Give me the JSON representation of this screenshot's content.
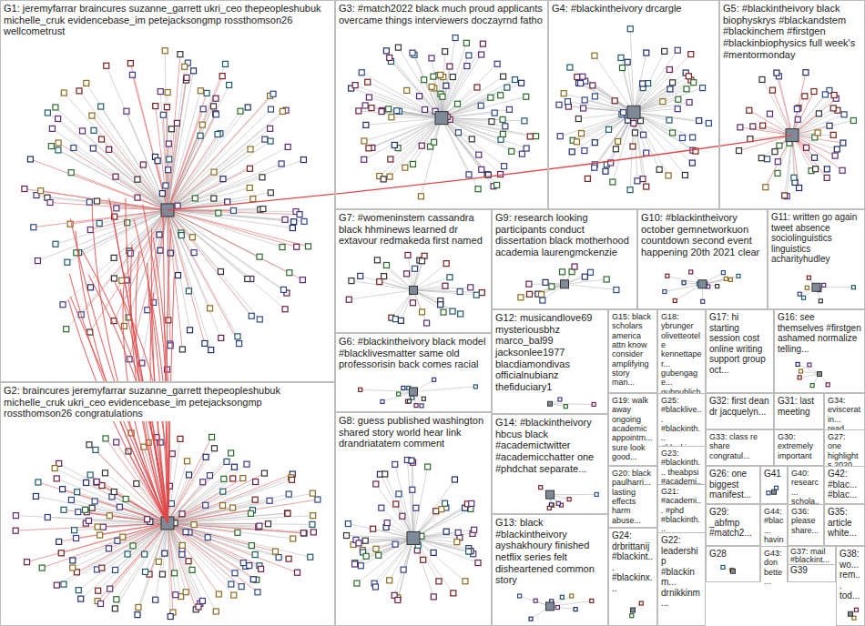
{
  "diagram": {
    "nodes": [
      {
        "text": [
          "G1: jeremyfarrar braincures suzanne_garrett ukri_ceo thepeopleshubuk michelle_cruk evidencebase_im petejacksongmp rossthomson26 wellcometrust"
        ]
      },
      {
        "text": [
          "G3: #match2022 black much proud applicants overcame things interviewers doczayrnd fatho"
        ]
      },
      {
        "text": [
          "G4: #blackintheivory drcargle"
        ]
      },
      {
        "text": [
          "G5: #blackintheivory black biophyskrys #blackandstem #blackinchem #firstgen #blackinbiophysics full week's #mentormonday"
        ]
      },
      {
        "text": [
          "G7: #womeninstem cassandra black hhminews learned dr extavour redmakeda first named"
        ]
      },
      {
        "text": [
          "G9: research looking participants conduct dissertation black motherhood academia laurengmckenzie"
        ]
      },
      {
        "text": [
          "G10: #blackintheivory october gemnetworkuon countdown second event happening 20th 2021 clear"
        ]
      },
      {
        "text": [
          "G11: written go again tweet absence sociolinguistics linguistics acharityhudley"
        ]
      },
      {
        "text": [
          "G6: #blackintheivory black model #blacklivesmatter same old professorisin back comes racial"
        ]
      },
      {
        "text": [
          "G12: musicandlove69 mysteriousbhz marco_bal99 jacksonlee1977 blacdiamondivas officialnubianz thefiduciary1"
        ]
      },
      {
        "text": [
          "G15: black scholars america attn know consider amplifying story man..."
        ]
      },
      {
        "text": [
          "G18: ybrunger olivetteotele kennettaper... gubengage... gubpublichi..."
        ]
      },
      {
        "text": [
          "G17: hi starting session cost online writing support group oct..."
        ]
      },
      {
        "text": [
          "G16: see themselves #firstgen ashamed normalize telling..."
        ]
      },
      {
        "text": [
          "G2: braincures jeremyfarrar suzanne_garrett thepeopleshubuk michelle_cruk ukri_ceo evidencebase_im petejacksongmp rossthomson26 congratulations"
        ]
      },
      {
        "text": [
          "G19: walk away ongoing academic appointm... sure look good..."
        ]
      },
      {
        "text": [
          "G25: #blacklive... #blackinth... #blackina..."
        ]
      },
      {
        "text": [
          "G32: first dean dr jacquelyn..."
        ]
      },
      {
        "text": [
          "G31: last meeting"
        ]
      },
      {
        "text": [
          "G34: evisceratin... read..."
        ]
      },
      {
        "text": [
          "G8: guess published washington shared story world hear link drandriatatem comment"
        ]
      },
      {
        "text": [
          "G14: #blackintheivory hbcus black #academictwitter #academicchatter one #phdchat separate..."
        ]
      },
      {
        "text": [
          "G33: class re share congratul..."
        ]
      },
      {
        "text": [
          "G30: extremely important"
        ]
      },
      {
        "text": [
          "G27: one highlights 2020..."
        ]
      },
      {
        "text": [
          "G23: #blackinth... theabpsi #academi..."
        ]
      },
      {
        "text": [
          "G20: black paulharri... lasting effects harm abuse..."
        ]
      },
      {
        "text": [
          "G26: one biggest manifest..."
        ]
      },
      {
        "text": [
          "G41"
        ]
      },
      {
        "text": [
          "G40: researc... schola..."
        ]
      },
      {
        "text": [
          "G42: #blac... #blac..."
        ]
      },
      {
        "text": [
          "G21: #academi... #phd #blackinth..."
        ]
      },
      {
        "text": [
          "G13: black #blackintheivory ayshakhoury finished netflix series felt disheartened common story"
        ]
      },
      {
        "text": [
          "G29: _abfmp #match2..."
        ]
      },
      {
        "text": [
          "G44: #blac... havin..."
        ]
      },
      {
        "text": [
          "G36: please share..."
        ]
      },
      {
        "text": [
          "G35: article white..."
        ]
      },
      {
        "text": [
          "G24: drbrittanij #blackint... #blackinx..."
        ]
      },
      {
        "text": [
          "G22: leadership #blackinm... drnikkinm..."
        ]
      },
      {
        "text": [
          "G28"
        ]
      },
      {
        "text": [
          "G43: don bette..."
        ]
      },
      {
        "text": [
          "G37: mail #blackint..."
        ]
      },
      {
        "text": [
          "G38: wo... rem... tod..."
        ]
      },
      {
        "text": [
          "G39"
        ]
      }
    ]
  }
}
